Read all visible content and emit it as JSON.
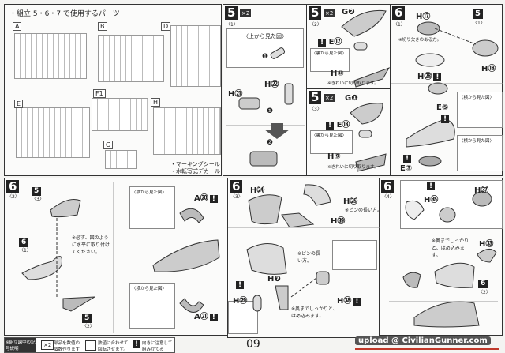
{
  "parts_panel": {
    "title": "・組立 5・6・7 で使用するパーツ",
    "runners": [
      "A",
      "B",
      "D",
      "E",
      "F1",
      "G",
      "H"
    ],
    "extras": [
      "・マーキングシール",
      "・水転写式デカール"
    ]
  },
  "steps": {
    "s5_1": {
      "num": "5",
      "sub": "〈1〉",
      "mult": "×2",
      "view": "〈上から見た図〉",
      "parts": [
        "H㉑",
        "H㉒"
      ],
      "arrows": [
        "❶",
        "❶",
        "❷"
      ]
    },
    "s5_2": {
      "num": "5",
      "sub": "〈2〉",
      "mult": "×2",
      "view": "〈裏から見た図〉",
      "parts": [
        "G❷",
        "E⑫",
        "H⑩"
      ],
      "note": "※きれいに切り取ります。"
    },
    "s5_3": {
      "num": "5",
      "sub": "〈3〉",
      "mult": "×2",
      "view": "〈裏から見た図〉",
      "parts": [
        "G❶",
        "E⑬",
        "H⑨"
      ],
      "note": "※きれいに切り取ります。"
    },
    "s6_1": {
      "num": "6",
      "sub": "〈1〉",
      "ref": "5",
      "ref_sub": "〈1〉",
      "parts": [
        "H⑰",
        "H⑱",
        "H㉘",
        "E⑤",
        "E③"
      ],
      "note": "※切り欠きのある方。",
      "view1": "〈横から見た図〉",
      "view2": "〈横から見た図〉"
    },
    "s6_2": {
      "num": "6",
      "sub": "〈2〉",
      "ref_top": "5",
      "ref_top_sub": "〈3〉",
      "ref_mid": "6",
      "ref_mid_sub": "〈1〉",
      "ref_bot": "5",
      "ref_bot_sub": "〈2〉",
      "note": "※必ず、図のように水平に取り付けてください。",
      "view1": "〈横から見た図〉",
      "view2": "〈横から見た図〉",
      "parts": [
        "A⑳",
        "A㉑"
      ]
    },
    "s6_3": {
      "num": "6",
      "sub": "〈3〉",
      "parts": [
        "H㉔",
        "H㉕",
        "H㊴",
        "H❼",
        "H㉙",
        "H㊳"
      ],
      "note1": "※ピンの長い方。",
      "note2": "※ピンの長い方。",
      "note3": "※奥までしっかりと、はめ込みます。"
    },
    "s6_4": {
      "num": "6",
      "sub": "〈4〉",
      "parts": [
        "H㊲",
        "H㉟",
        "H㉝"
      ],
      "ref": "6",
      "ref_sub": "〈2〉",
      "note": "※奥までしっかりと、はめ込みます。"
    }
  },
  "legend": {
    "title": "※組立図中の記号説明",
    "items": [
      "部品を数値の個数作ります",
      "数値に合わせて回転させます。",
      "向きに注意して組み立てる"
    ],
    "x2": "×2"
  },
  "page_number": "09",
  "watermark": "upload @ CivilianGunner.com",
  "colors": {
    "accent": "#c0392b",
    "ink": "#222222"
  }
}
